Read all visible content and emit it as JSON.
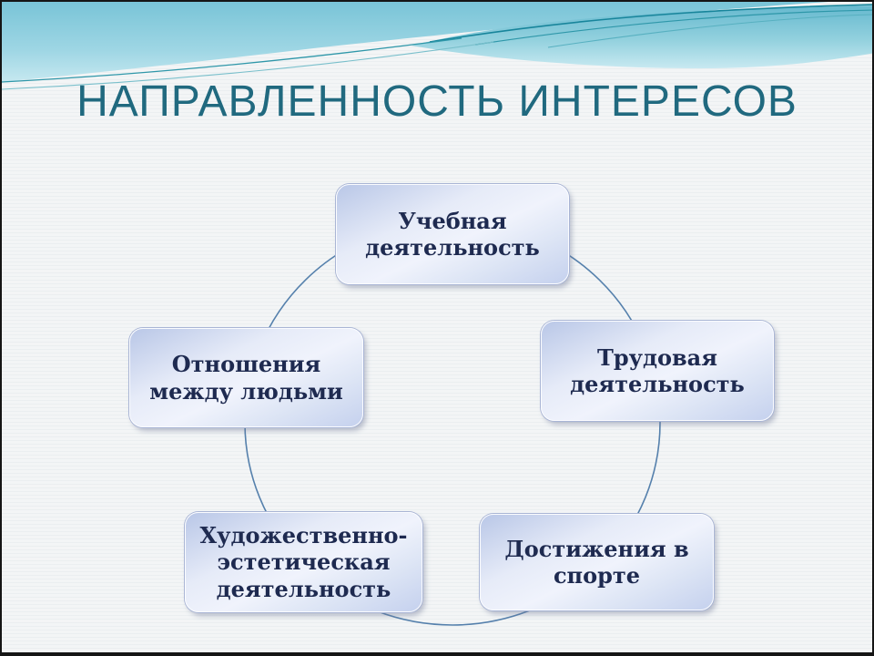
{
  "slide": {
    "title": "НАПРАВЛЕННОСТЬ ИНТЕРЕСОВ"
  },
  "theme": {
    "title_color": "#20697F",
    "header_accent_teal": "#7CC6D8",
    "header_line_teal": "#2F97A9",
    "connector_color": "#5580AC",
    "node_gradient_light": "#F0F3FC",
    "node_gradient_dark": "#B9C7E7",
    "node_text_color": "#1E2A50",
    "slide_background": "#F3F5F6"
  },
  "diagram": {
    "type": "basic-cycle",
    "nodes": [
      {
        "position": "top",
        "label": "Учебная\nдеятельность"
      },
      {
        "position": "right",
        "label": "Трудовая\nдеятельность"
      },
      {
        "position": "bottom-right",
        "label": "Достижения в\nспорте"
      },
      {
        "position": "bottom-left",
        "label": "Художественно-\nэстетическая\nдеятельность"
      },
      {
        "position": "left",
        "label": "Отношения\nмежду людьми"
      }
    ]
  }
}
